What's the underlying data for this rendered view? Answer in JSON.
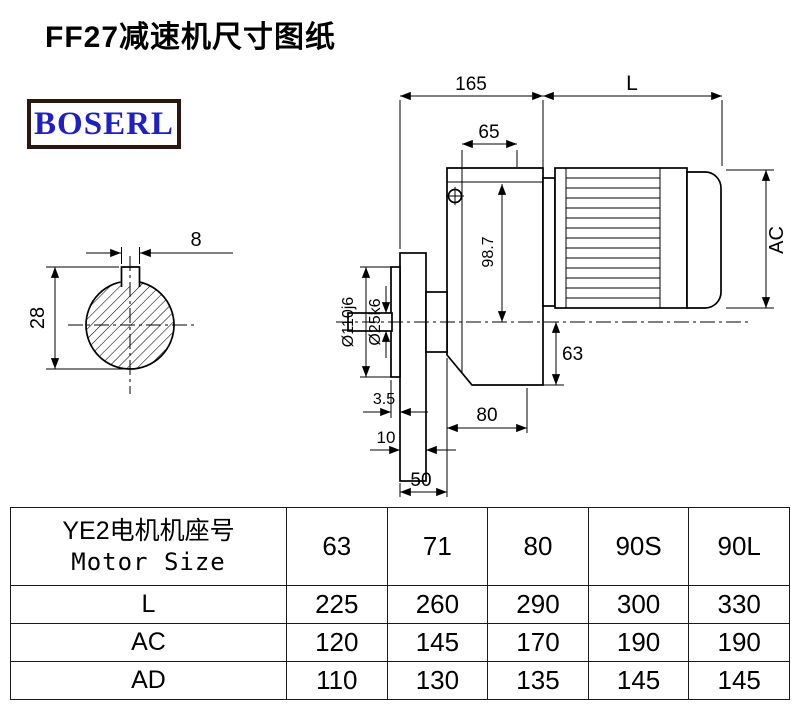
{
  "page": {
    "title": "FF27减速机尺寸图纸",
    "brand": "BOSERL"
  },
  "drawing": {
    "dim_165": "165",
    "dim_L": "L",
    "dim_65": "65",
    "dim_AC": "AC",
    "dim_8": "8",
    "dim_28": "28",
    "dim_d110": "Ø110j6",
    "dim_d25": "Ø25k6",
    "dim_987": "98.7",
    "dim_63": "63",
    "dim_35": "3.5",
    "dim_80": "80",
    "dim_10": "10",
    "dim_50": "50"
  },
  "table": {
    "header": {
      "line1": "YE2电机机座号",
      "line2": "Motor Size"
    },
    "sizes": [
      "63",
      "71",
      "80",
      "90S",
      "90L"
    ],
    "rows": [
      {
        "label": "L",
        "values": [
          "225",
          "260",
          "290",
          "300",
          "330"
        ]
      },
      {
        "label": "AC",
        "values": [
          "120",
          "145",
          "170",
          "190",
          "190"
        ]
      },
      {
        "label": "AD",
        "values": [
          "110",
          "130",
          "135",
          "145",
          "145"
        ]
      }
    ]
  }
}
